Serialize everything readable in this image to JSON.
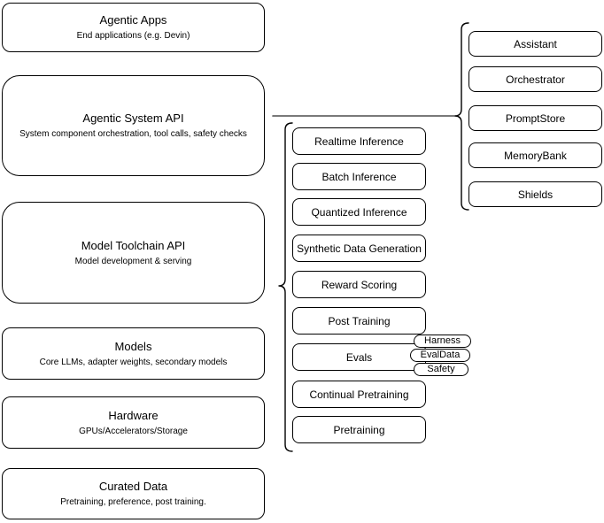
{
  "diagram": {
    "left_stack": [
      {
        "title": "Agentic Apps",
        "subtitle": "End applications (e.g. Devin)"
      },
      {
        "title": "Agentic System API",
        "subtitle": "System component orchestration, tool calls, safety checks"
      },
      {
        "title": "Model Toolchain API",
        "subtitle": "Model development & serving"
      },
      {
        "title": "Models",
        "subtitle": "Core LLMs, adapter weights, secondary models"
      },
      {
        "title": "Hardware",
        "subtitle": "GPUs/Accelerators/Storage"
      },
      {
        "title": "Curated Data",
        "subtitle": "Pretraining, preference, post training."
      }
    ],
    "toolchain_items": [
      "Realtime Inference",
      "Batch Inference",
      "Quantized Inference",
      "Synthetic Data Generation",
      "Reward Scoring",
      "Post Training",
      "Evals",
      "Continual Pretraining",
      "Pretraining"
    ],
    "evals_tags": [
      "Harness",
      "EvalData",
      "Safety"
    ],
    "system_components": [
      "Assistant",
      "Orchestrator",
      "PromptStore",
      "MemoryBank",
      "Shields"
    ],
    "colors": {
      "stroke": "#000000",
      "fill": "#ffffff",
      "connector": "#4d4d4d",
      "background": "#ffffff"
    }
  }
}
